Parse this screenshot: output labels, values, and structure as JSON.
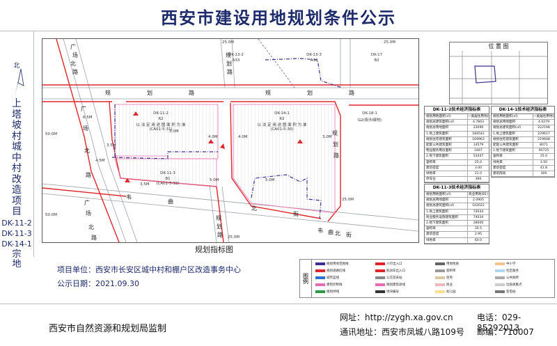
{
  "header": {
    "title": "西安市建设用地规划条件公示"
  },
  "side": {
    "north": "北",
    "project_chars": [
      "上",
      "塔",
      "坡",
      "村",
      "城",
      "中",
      "村",
      "改",
      "造",
      "项",
      "目"
    ],
    "codes": [
      "DK-11-2",
      "DK-11-3",
      "DK-14-1"
    ],
    "tail_chars": [
      "宗",
      "地"
    ]
  },
  "map": {
    "caption": "规划指标图",
    "roads": {
      "guihua_road": [
        "规",
        "划",
        "路"
      ],
      "guihua_road2": [
        "规",
        "划",
        "路"
      ],
      "guangchang_north_top": [
        "广",
        "场",
        "北",
        "路"
      ],
      "guangchang_north_mid": [
        "广",
        "场",
        "北",
        "路"
      ],
      "guangchang_north_bottom": [
        "广",
        "场",
        "北",
        "路"
      ],
      "guihua_road_v": [
        "规",
        "划",
        "路"
      ],
      "guihua_road_v2": [
        "规",
        "划",
        "路"
      ],
      "qujiang_road": [
        "韦",
        "曲",
        "北",
        "街"
      ],
      "qujiang_road_r": [
        "韦",
        "曲",
        "北",
        "街"
      ],
      "guihua_east": [
        "规",
        "划",
        "路"
      ]
    },
    "parcels": {
      "dk13_2": {
        "code": "DK-13-2",
        "use": "A33"
      },
      "dk13_3": {
        "code": "DK-13-3",
        "use": "A33"
      },
      "dk17": {
        "code": "DK-17",
        "use": "B2"
      },
      "dk11_2": {
        "code": "DK-11-2",
        "use": "R2",
        "desc": "以 法 定 用 途 图 面 积 为 准",
        "id": "(CA01-5-31)"
      },
      "dk14_1": {
        "code": "DK-14-1",
        "use": "R2",
        "desc": "以 法 定 用 途 图 面 积 为 准",
        "id": "(CA01-5-30)"
      },
      "dk11_3": {
        "code": "DK-11-3",
        "use": "B1",
        "id": "(CA01-5-32)"
      },
      "dk18_1": {
        "code": "DK-18-1",
        "use": "G2(街头绿地)"
      }
    },
    "dims": [
      "25.0M",
      "25.0M",
      "50.0M",
      "50.0M",
      "4.0M",
      "4.0M",
      "3.0M",
      "3.0M",
      "5.0M",
      "5.0M",
      "6.5M",
      "4.5M",
      "3.5M",
      "3.5M",
      "25.0M",
      "25.0M"
    ]
  },
  "tables": {
    "t1": {
      "title": "DK-11-2技术经济指标表",
      "rows": [
        [
          "规划用地面积(㎡)",
          "一类居住用地(R1)"
        ],
        [
          "规划总建筑面积(㎡)",
          "4.7843"
        ],
        [
          "规划总用地面积",
          "23090"
        ],
        [
          "1.地上建筑面积",
          "184542"
        ],
        [
          "  规划住宅建筑面积",
          "169963"
        ],
        [
          "  配套公共建筑面积",
          "14579"
        ],
        [
          "  物业服务用房面积",
          "1667"
        ],
        [
          "2.地下建筑面积",
          "53447"
        ],
        [
          "容积率",
          "25.0"
        ],
        [
          "建筑密度",
          "3.00"
        ],
        [
          "绿地率",
          "21.0"
        ],
        [
          "停车位",
          "390"
        ]
      ]
    },
    "t2": {
      "title": "DK-14-1技术经济指标表",
      "rows": [
        [
          "规划用地面积(㎡)",
          "一类居住用地(R2)"
        ],
        [
          "规划总用地面积",
          "4.0279"
        ],
        [
          "规划总建筑面积(㎡)",
          "222198"
        ],
        [
          "1.地上建筑面积",
          "229617"
        ],
        [
          "  规划住宅建筑面积",
          "219608"
        ],
        [
          "  配套公共建筑面积",
          "8071"
        ],
        [
          "2.地下建筑面积",
          "95725"
        ],
        [
          "容积率",
          "25.0"
        ],
        [
          "绿地率",
          "3.50"
        ],
        [
          "建筑密度",
          "41.8"
        ],
        [
          "建筑限高",
          "300"
        ]
      ]
    },
    "t3": {
      "title": "DK-11-3技术经济指标表",
      "rows": [
        [
          "规划用地面积(㎡)",
          "商业用地(B1)"
        ],
        [
          "规划总用地面积",
          "2.0905"
        ],
        [
          "规划总建筑面积(㎡)",
          "102022"
        ],
        [
          "1.地上建筑面积",
          "74034"
        ],
        [
          "  商业服务设施建筑面积",
          "74034"
        ],
        [
          "2.地下建筑面积",
          "28000"
        ],
        [
          "容积率",
          "35.5"
        ],
        [
          "建筑密度",
          "2.95"
        ],
        [
          "绿地率",
          "60.0"
        ]
      ]
    }
  },
  "position_map": {
    "title": "位 置 图"
  },
  "info": {
    "unit_label": "项目单位：",
    "unit_value": "西安市长安区城中村和棚户区改造事务中心",
    "date_label": "公示日期：",
    "date_value": "2021.09.30"
  },
  "legend": {
    "title": "图例",
    "items": [
      "规划用地范围线",
      "规划道路红线",
      "城市蓝线",
      "建筑控制线",
      "规划绿线",
      "人行出入口",
      "机动车出入口",
      "公交首末站",
      "规划建筑退线",
      "地块编号",
      "用地性质",
      "容积率",
      "住宅",
      "商业",
      "幼儿园",
      "中小学",
      "社区服务",
      "公共厕所",
      "垃圾收集点",
      "变电站"
    ]
  },
  "footer": {
    "org": "西安市自然资源和规划局监制",
    "web_label": "网址：",
    "web_value": "http://zygh.xa.gov.cn",
    "phone_label": "电话：",
    "phone_value": "029-85292013",
    "addr_label": "通讯地址：",
    "addr_value": "西安市凤城八路109号",
    "zip_label": "邮编：",
    "zip_value": "710007"
  },
  "colors": {
    "title": "#1c2a6b",
    "redline": "#e0252b",
    "boundary": "#3c2f8f",
    "pink": "#e86bb0"
  }
}
